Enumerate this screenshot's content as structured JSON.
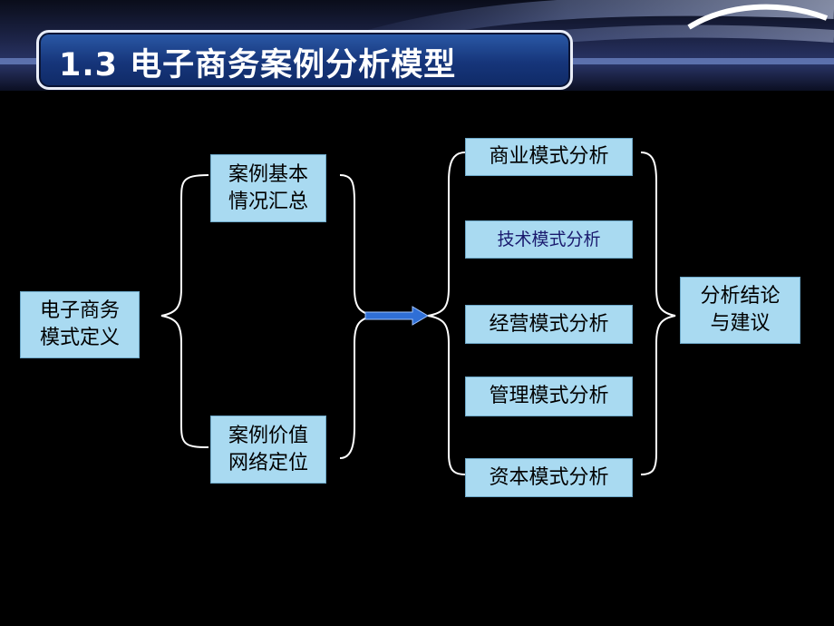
{
  "title": "1.3  电子商务案例分析模型",
  "nodes": {
    "definition": "电子商务\n模式定义",
    "basic_info": "案例基本\n情况汇总",
    "value_network": "案例价值\n网络定位",
    "business_model": "商业模式分析",
    "technology_model": "技术模式分析",
    "operation_model": "经营模式分析",
    "management_model": "管理模式分析",
    "capital_model": "资本模式分析",
    "conclusion": "分析结论\n与建议"
  },
  "colors": {
    "node_fill": "#a9daf1",
    "arrow": "#2f6fd6",
    "title_plate": "#16357a"
  }
}
